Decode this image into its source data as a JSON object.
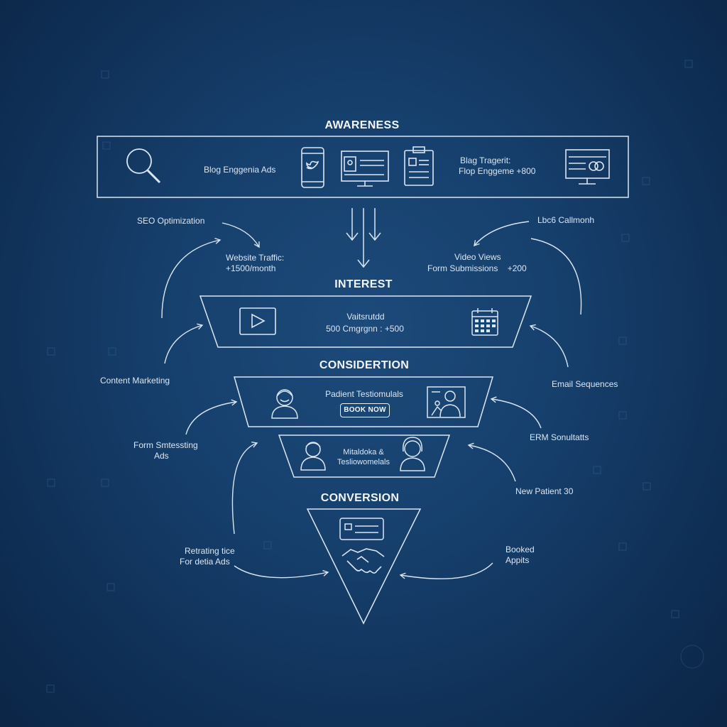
{
  "stages": {
    "awareness": "AWARENESS",
    "interest": "INTEREST",
    "consideration": "CONSIDERTION",
    "conversion": "CONVERSION"
  },
  "awareness_box": {
    "left_text": "Blog Enggenia Ads",
    "right_text_line1": "Blag Tragerit:",
    "right_text_line2": "Flop Enggeme +800"
  },
  "interest_box": {
    "text_line1": "Vaitsrutdd",
    "text_line2": "500 Cmgrgnn : +500"
  },
  "consideration_box": {
    "text": "Padient Testiomulals",
    "button": "BOOK NOW"
  },
  "testimonials_box": {
    "text_line1": "Mitaldoka &",
    "text_line2": "Tesliowomelals"
  },
  "labels": {
    "seo": "SEO Optimization",
    "website_traffic_line1": "Website Traffic:",
    "website_traffic_line2": "+1500/month",
    "top_right": "Lbc6 Callmonh",
    "video_views": "Video Views",
    "form_submissions": "Form Submissions    +200",
    "content_marketing": "Content Marketing",
    "email_sequences": "Email Sequences",
    "form_ads_line1": "Form Smtessting",
    "form_ads_line2": "Ads",
    "crm": "ERM Sonultatts",
    "new_patient": "New Patient 30",
    "retargeting_line1": "Retrating tice",
    "retargeting_line2": "For detia Ads",
    "booked_line1": "Booked",
    "booked_line2": "Appits"
  },
  "icons": [
    "search-icon",
    "phone-bird-icon",
    "monitor-profile-icon",
    "clipboard-icon",
    "display-card-icon",
    "play-icon",
    "calendar-icon",
    "person-icon",
    "photo-person-icon",
    "credit-card-icon",
    "handshake-icon"
  ],
  "colors": {
    "background": "#163f6c",
    "line": "#e6eef8"
  }
}
